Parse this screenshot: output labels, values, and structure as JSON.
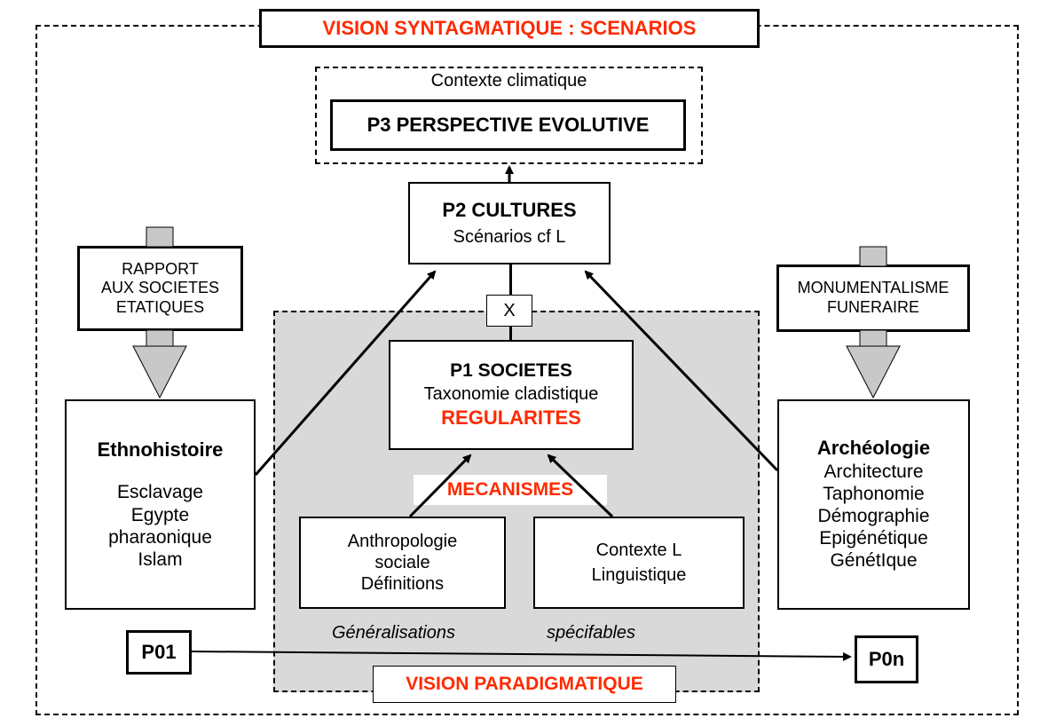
{
  "title_top": "VISION SYNTAGMATIQUE : SCENARIOS",
  "p3": {
    "context": "Contexte climatique",
    "title": "P3 PERSPECTIVE EVOLUTIVE"
  },
  "p2": {
    "title": "P2 CULTURES",
    "subtitle": "Scénarios cf L"
  },
  "x_label": "X",
  "p1": {
    "title": "P1 SOCIETES",
    "subtitle": "Taxonomie cladistique",
    "highlight": "REGULARITES"
  },
  "mecanismes": "MECANISMES",
  "anthropo": [
    "Anthropologie",
    "sociale",
    "Définitions"
  ],
  "linguistique": [
    "Contexte L",
    "Linguistique"
  ],
  "generalisations": "Généralisations",
  "specifiables": "spécifables",
  "vision_paradigmatique": "VISION PARADIGMATIQUE",
  "rapport": [
    "RAPPORT",
    "AUX SOCIETES",
    "ETATIQUES"
  ],
  "monumentalisme": [
    "MONUMENTALISME",
    "FUNERAIRE"
  ],
  "ethno": {
    "title": "Ethnohistoire",
    "items": [
      "Esclavage",
      "Egypte",
      "pharaonique",
      "Islam"
    ]
  },
  "archeo": {
    "title": "Archéologie",
    "items": [
      "Architecture",
      "Taphonomie",
      "Démographie",
      "Epigénétique",
      "GénétIque"
    ]
  },
  "p01": "P01",
  "p0n": "P0n",
  "colors": {
    "accent": "#ff2a00",
    "panel": "#d9d9d9",
    "arrow_fill": "#c8c8c8"
  }
}
